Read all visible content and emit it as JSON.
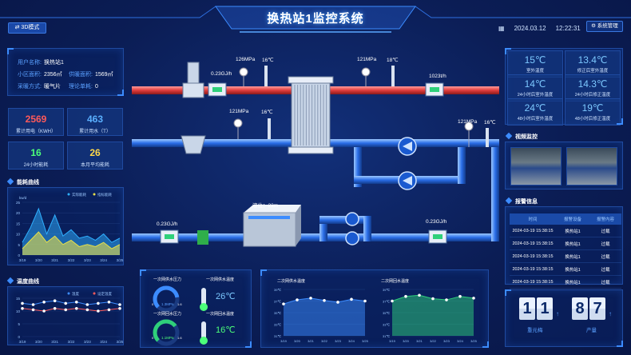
{
  "header": {
    "title": "换热站1监控系统",
    "mode_btn": "⇄ 3D模式",
    "date": "2024.03.12",
    "time": "12:22:31",
    "sys_btn": "⚙ 系统管理"
  },
  "info": {
    "user_label": "用户名称:",
    "user": "换热站1",
    "area_label": "小区面积:",
    "area": "2356㎡",
    "heat_area_label": "供暖面积:",
    "heat_area": "1569㎡",
    "method_label": "采暖方式:",
    "method": "暖气片",
    "theory_label": "理论单耗:",
    "theory": "0"
  },
  "stats": [
    {
      "value": "2569",
      "label": "累计用电（KWH）",
      "color": "#ff5a5a"
    },
    {
      "value": "463",
      "label": "累计用水（T）",
      "color": "#5ab0ff"
    },
    {
      "value": "16",
      "label": "24小时能耗",
      "color": "#4cff7a"
    },
    {
      "value": "26",
      "label": "本月平均能耗",
      "color": "#ffd94a"
    }
  ],
  "energy_chart": {
    "title": "能耗曲线",
    "unit": "kw/d",
    "legend": [
      "实际能耗",
      "指标能耗"
    ],
    "colors": [
      "#2fb0ff",
      "#e8e04a"
    ],
    "ticks_y": [
      "25",
      "20",
      "15",
      "10",
      "5",
      "0"
    ],
    "ticks_x": [
      "3/19",
      "3/20",
      "3/21",
      "3/22",
      "3/23",
      "3/24",
      "3/25"
    ],
    "ylim": [
      0,
      25
    ],
    "chart_data": {
      "type": "area",
      "series": [
        {
          "name": "实际能耗",
          "values": [
            6,
            13,
            22,
            10,
            19,
            9,
            12,
            8,
            9,
            7,
            10,
            6,
            8
          ]
        },
        {
          "name": "指标能耗",
          "values": [
            3,
            7,
            11,
            6,
            9,
            5,
            7,
            4,
            5,
            4,
            6,
            3,
            5
          ]
        }
      ]
    }
  },
  "temp_chart": {
    "title": "温度曲线",
    "legend": [
      "温度",
      "设定温度"
    ],
    "colors": [
      "#3c8cff",
      "#ff5a5a"
    ],
    "ticks_y": [
      "15",
      "10",
      "5",
      "0"
    ],
    "ticks_x": [
      "3/19",
      "3/20",
      "3/21",
      "3/22",
      "3/23",
      "3/24",
      "3/25"
    ],
    "ylim": [
      0,
      15
    ],
    "chart_data": {
      "type": "line",
      "series": [
        {
          "name": "温度",
          "values": [
            13,
            12.5,
            13.5,
            14,
            13,
            13.5,
            12.5,
            13,
            13.5,
            12.5
          ]
        },
        {
          "name": "设定温度",
          "values": [
            11,
            10.5,
            10,
            11,
            10.5,
            11,
            10.5,
            10,
            10.5,
            11
          ]
        }
      ]
    }
  },
  "scada": {
    "hot_flow": "0.23GJ/h",
    "p1": "126MPa",
    "t1": "16℃",
    "p2": "121MPa",
    "t2": "18℃",
    "heat_flow": "1023t/h",
    "p3": "121MPa",
    "t3": "16℃",
    "p4": "121MPa",
    "t4": "16℃",
    "level": "液位：23m",
    "flow_low1": "0.23GJ/h",
    "flow_low2": "0.23GJ/h"
  },
  "gauges": {
    "g1_title": "一次网供水压力",
    "g1_value": "1.3MPa",
    "g1_min": "0",
    "g1_max": "1.6",
    "g2_title": "一次网回水压力",
    "g2_value": "1.1MPa",
    "g2_min": "0",
    "g2_max": "1.6",
    "t1_title": "一次网供水温度",
    "t1_value": "26℃",
    "t2_title": "一次网回水温度",
    "t2_value": "16℃",
    "g1_frac": 0.8,
    "g2_frac": 0.7
  },
  "supply_chart": {
    "title": "二次网供水温度",
    "ticks_y": [
      "39℃",
      "37℃",
      "35℃",
      "33℃",
      "31℃"
    ],
    "ticks_x": [
      "3/19",
      "3/20",
      "3/21",
      "3/22",
      "3/23",
      "3/24",
      "3/25"
    ],
    "ylim": [
      31,
      39
    ],
    "chart_data": {
      "type": "area",
      "values": [
        36.5,
        37.2,
        37.5,
        37.1,
        36.8,
        37.3,
        37
      ]
    }
  },
  "return_chart": {
    "title": "二次网回水温度",
    "ticks_y": [
      "39℃",
      "37℃",
      "35℃",
      "33℃",
      "31℃"
    ],
    "ticks_x": [
      "3/19",
      "3/20",
      "3/21",
      "3/22",
      "3/23",
      "3/24",
      "3/25"
    ],
    "ylim": [
      31,
      39
    ],
    "chart_data": {
      "type": "area",
      "values": [
        37,
        37.8,
        38,
        37.4,
        37.2,
        37.8,
        37.5
      ]
    }
  },
  "weather": [
    {
      "value": "15℃",
      "label": "室外温度"
    },
    {
      "value": "13.4℃",
      "label": "修正后室外温度"
    },
    {
      "value": "14℃",
      "label": "24小时后室外温度"
    },
    {
      "value": "14.3℃",
      "label": "24小时后修正温度"
    },
    {
      "value": "24℃",
      "label": "48小时后室外温度"
    },
    {
      "value": "19℃",
      "label": "48小时后修正温度"
    }
  ],
  "video": {
    "title": "视频监控"
  },
  "alarm": {
    "title": "报警信息",
    "headers": [
      "时间",
      "报警设备",
      "报警内容"
    ],
    "rows": [
      [
        "2024-03-19  15:38:15",
        "换热站1",
        "过载"
      ],
      [
        "2024-03-19  15:38:15",
        "换热站1",
        "过载"
      ],
      [
        "2024-03-19  15:38:15",
        "换热站1",
        "过载"
      ],
      [
        "2024-03-19  15:38:15",
        "换热站1",
        "过载"
      ],
      [
        "2024-03-19  15:38:15",
        "换热站1",
        "过载"
      ]
    ]
  },
  "counters": {
    "d1": "1",
    "d2": "1",
    "d3": "8",
    "d4": "7",
    "label1": "重元梅",
    "label2": "产量",
    "arrow": "↑"
  }
}
